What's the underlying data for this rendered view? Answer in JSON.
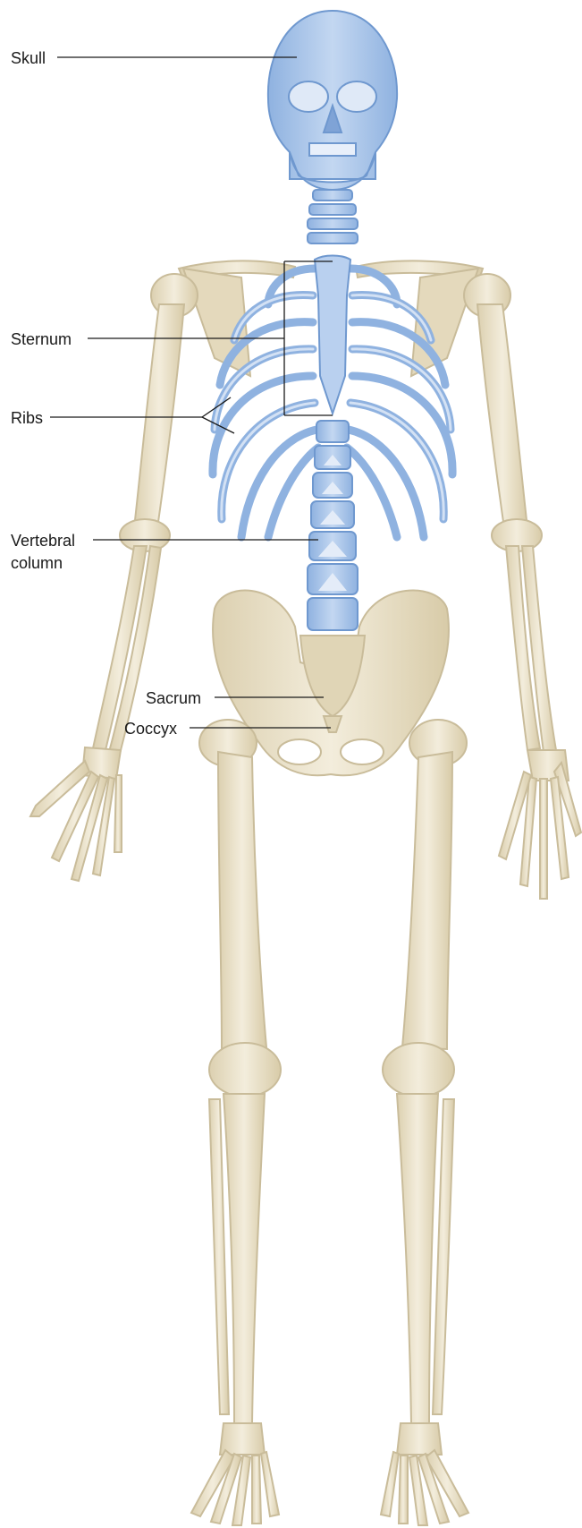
{
  "labels": {
    "skull": "Skull",
    "sternum": "Sternum",
    "ribs": "Ribs",
    "vertebral_line1": "Vertebral",
    "vertebral_line2": "column",
    "sacrum": "Sacrum",
    "coccyx": "Coccyx"
  },
  "colors": {
    "axial": "#a9c6ea",
    "axial_stroke": "#6f98cf",
    "axial_dark": "#7fa3d6",
    "appendicular": "#ece4cf",
    "appendicular_stroke": "#c9bc9a",
    "leader": "#1a1a1a"
  }
}
